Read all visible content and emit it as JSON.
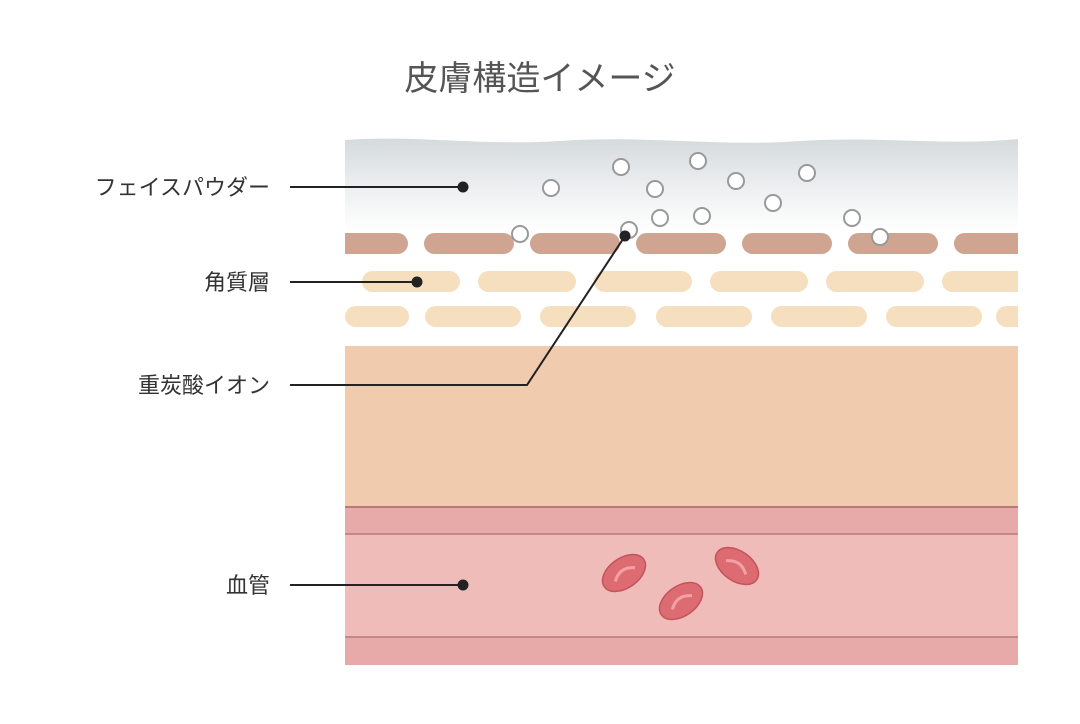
{
  "title": "皮膚構造イメージ",
  "labels": {
    "powder": "フェイスパウダー",
    "stratum_corneum": "角質層",
    "bicarbonate_ion": "重炭酸イオン",
    "blood_vessel": "血管"
  },
  "colors": {
    "background": "#ffffff",
    "title_text": "#555555",
    "label_text": "#333333",
    "leader_line": "#222222",
    "powder_top": "#d5dadd",
    "powder_bottom": "#ffffff",
    "corneum_dark": "#cfa592",
    "corneum_light": "#f6dfbe",
    "dermis": "#f0cbae",
    "vessel_wall": "#e8aaa8",
    "vessel_inner": "#efbcb9",
    "vessel_line": "#b97a78",
    "blood_cell": "#dd6b72",
    "blood_cell_center": "#f08c8e",
    "ion_stroke": "#999999"
  }
}
